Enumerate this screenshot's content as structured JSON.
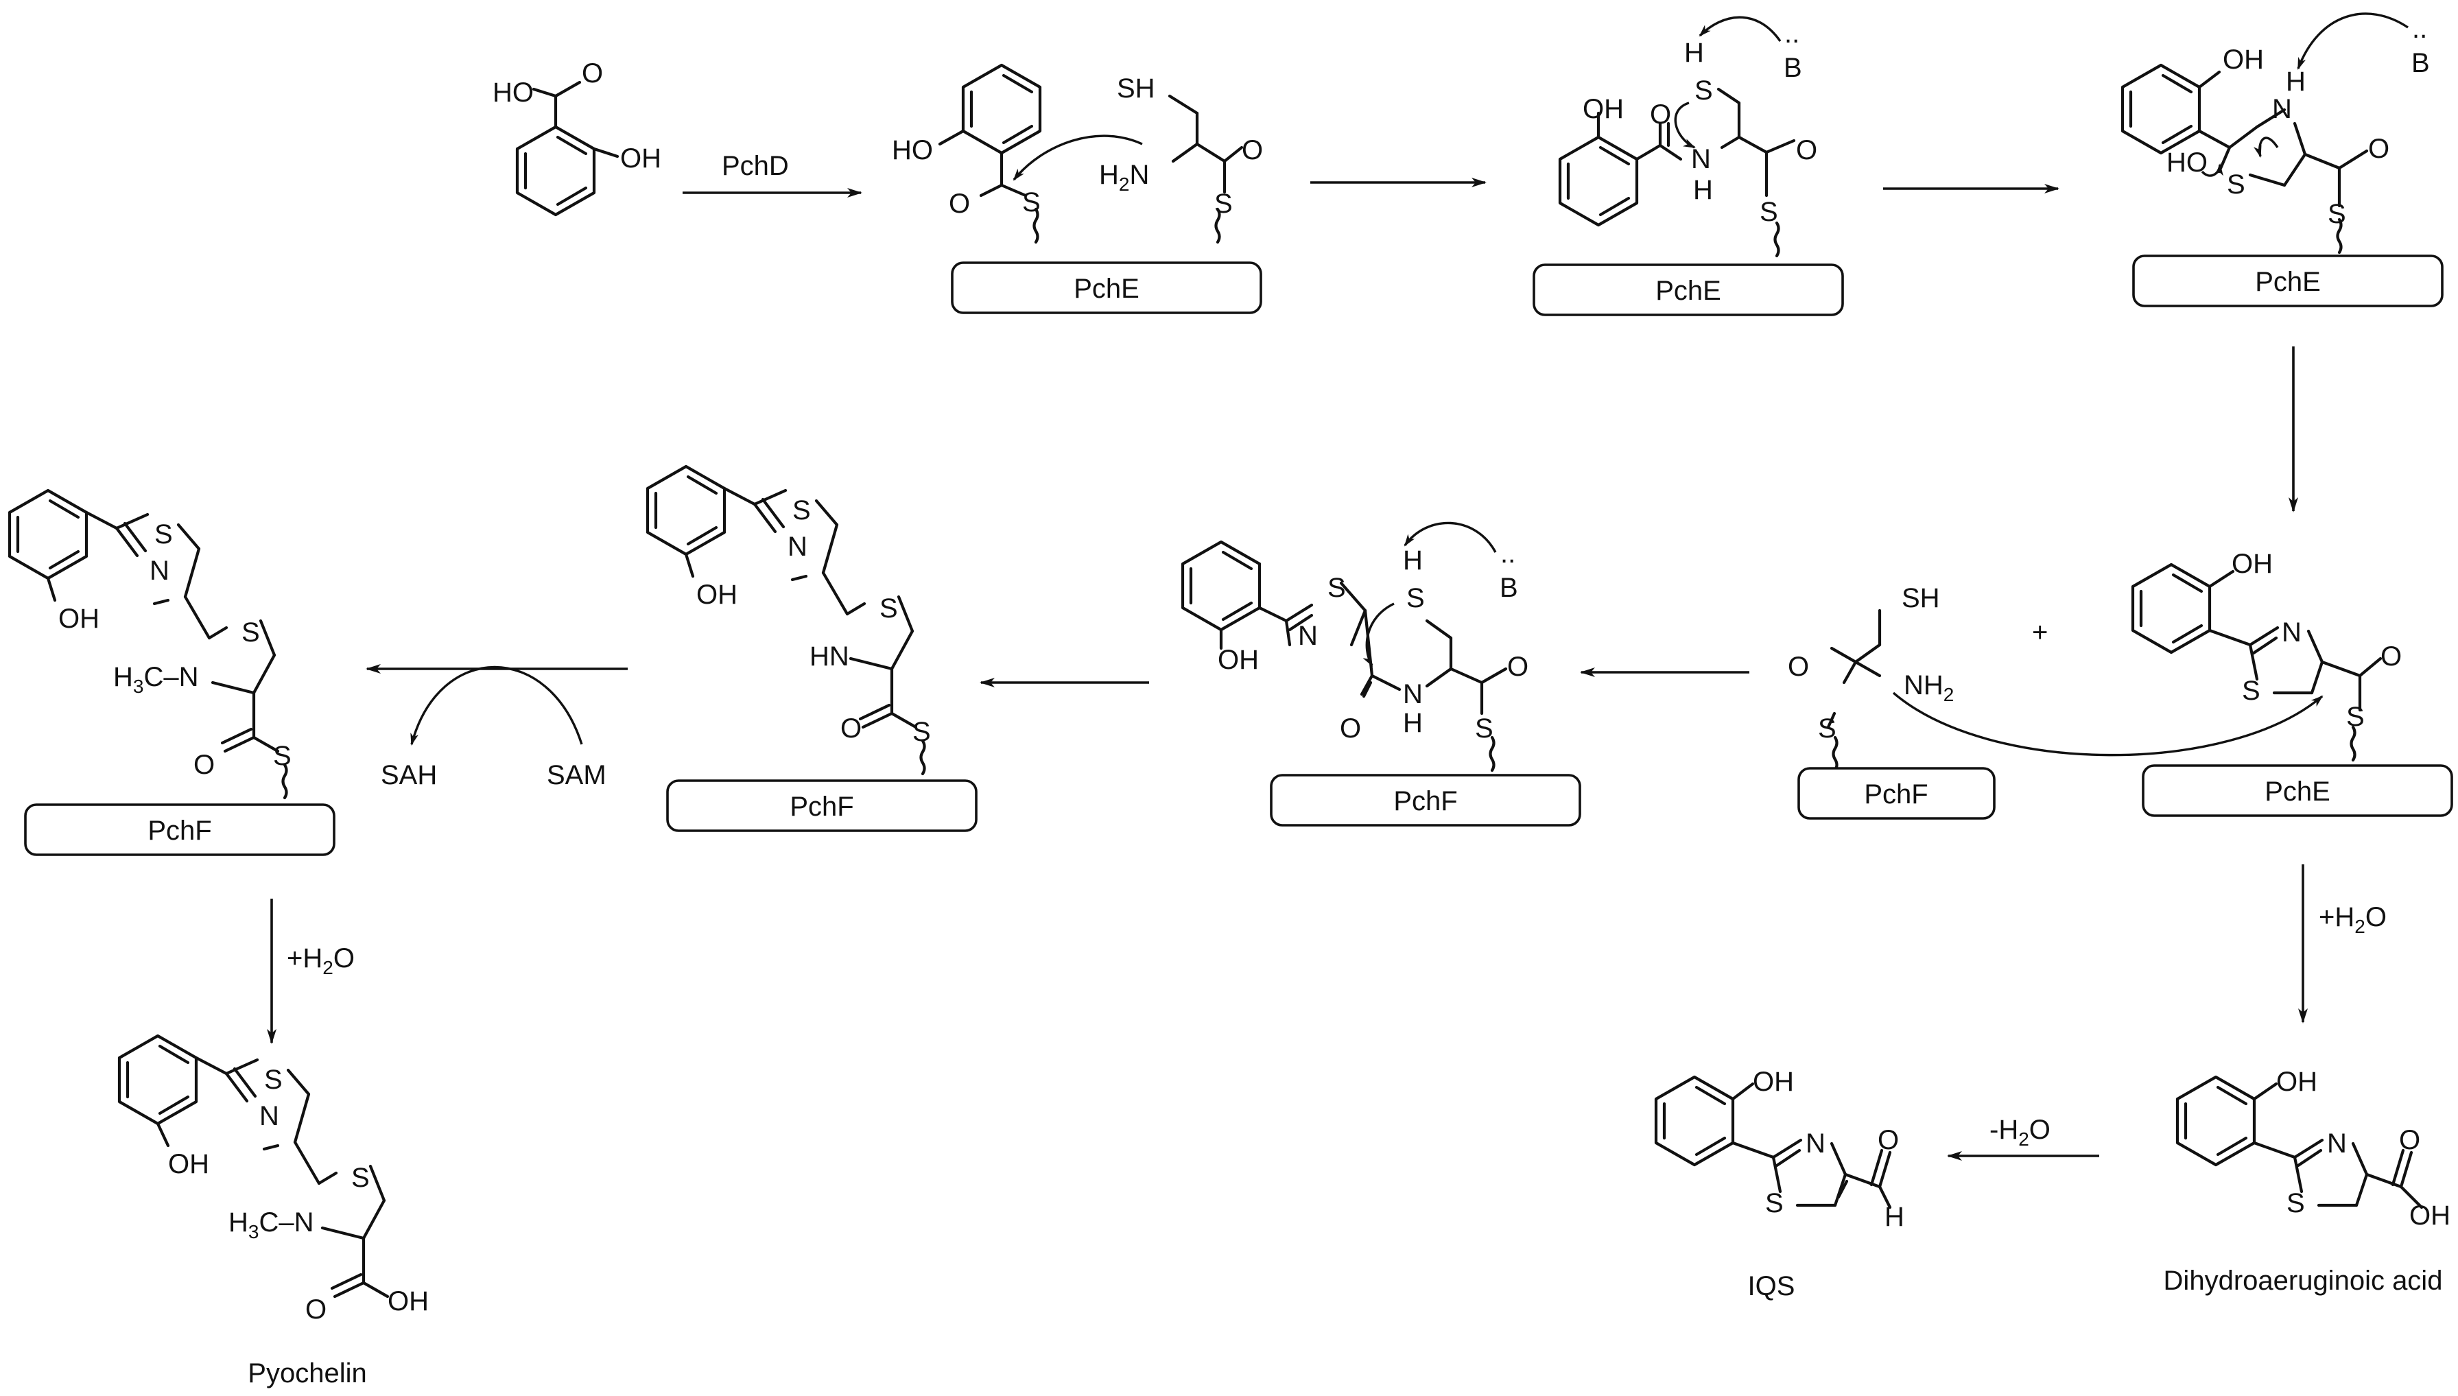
{
  "enzymes": {
    "pche": "PchE",
    "pchf": "PchF"
  },
  "reagents": {
    "pchd": "PchD",
    "plus": "+",
    "sah": "SAH",
    "sam": "SAM",
    "water_add_left": "+H",
    "water_add_right": "+H",
    "water_remove": "-H",
    "water_sub": "2",
    "water_o": "O"
  },
  "atoms": {
    "ho": "HO",
    "oh": "OH",
    "o": "O",
    "s": "S",
    "n": "N",
    "h": "H",
    "hn": "HN",
    "sh": "SH",
    "b": "B",
    "h2n": "H",
    "h2n_sub": "2",
    "h2n_n": "N",
    "nh2_n": "NH",
    "nh2_sub": "2",
    "h3c": "H",
    "h3c_sub": "3",
    "h3c_c": "C–N",
    "lone_pair": ".."
  },
  "products": {
    "pyochelin": "Pyochelin",
    "iqs": "IQS",
    "dihydroaeruginoic": "Dihydroaeruginoic acid"
  }
}
